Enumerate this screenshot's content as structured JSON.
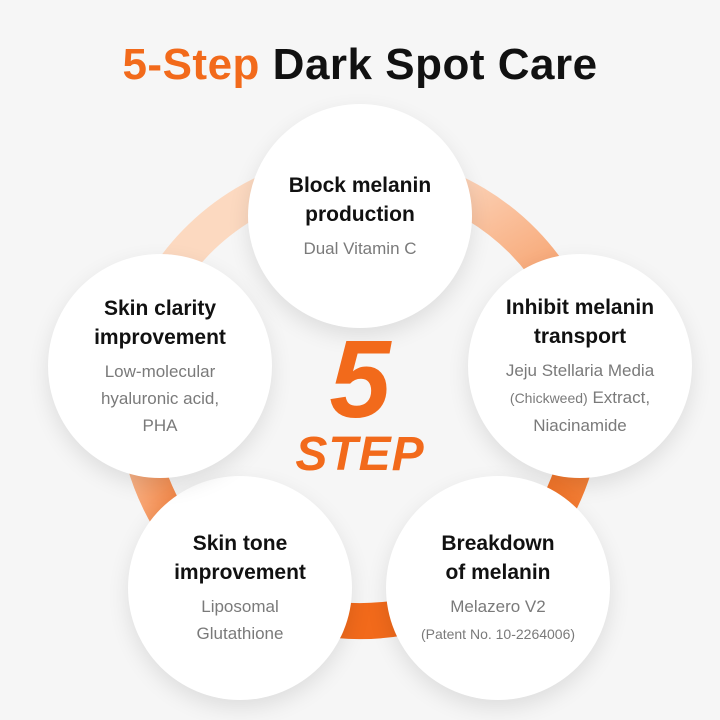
{
  "headline": {
    "accent": "5-Step",
    "rest": " Dark Spot Care"
  },
  "center": {
    "number": "5",
    "word": "STEP"
  },
  "colors": {
    "accent": "#f26a1b",
    "ring_light": "#fcd9c0",
    "ring_mid": "#f7a06a",
    "ring_dark": "#f26a1b"
  },
  "steps": [
    {
      "title": [
        "Block melanin",
        "production"
      ],
      "desc": [
        "Dual Vitamin C"
      ]
    },
    {
      "title": [
        "Inhibit melanin",
        "transport"
      ],
      "desc": [
        "Jeju Stellaria Media",
        "(Chickweed)",
        " Extract,",
        "Niacinamide"
      ]
    },
    {
      "title": [
        "Breakdown",
        "of melanin"
      ],
      "desc": [
        "Melazero V2",
        "(Patent No. 10-2264006)"
      ]
    },
    {
      "title": [
        "Skin tone",
        "improvement"
      ],
      "desc": [
        "Liposomal",
        "Glutathione"
      ]
    },
    {
      "title": [
        "Skin clarity",
        "improvement"
      ],
      "desc": [
        "Low-molecular",
        "hyaluronic acid,",
        "PHA"
      ]
    }
  ]
}
